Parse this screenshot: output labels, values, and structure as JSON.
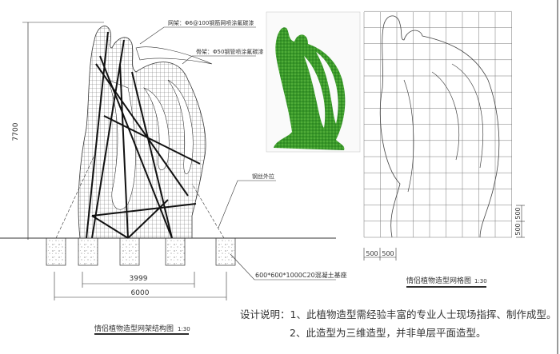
{
  "labels": {
    "mesh": "网架：Φ6@100钢筋网喷涂氟碳漆",
    "frame": "骨架：Φ50钢管喷涂氟碳漆",
    "wire": "钢丝外拉",
    "base": "600*600*1000C20混凝土基座"
  },
  "dimensions": {
    "height": "7700",
    "inner_width": "3999",
    "total_width": "6000",
    "grid_cell_h": "500",
    "grid_cell_v": "500",
    "grid_cell_a": "500",
    "grid_cell_b": "500"
  },
  "titles": {
    "structure": "情侣植物造型网架结构图",
    "structure_scale": "1:30",
    "grid": "情侣植物造型网格图",
    "grid_scale": "1:30"
  },
  "notes": {
    "line1": "设计说明：1、此植物造型需经验丰富的专业人士现场指挥、制作成型。",
    "line2": "2、此造型为三维造型，并非单层平面造型。"
  },
  "colors": {
    "line": "#333333",
    "plant": "#3a9a2a"
  }
}
